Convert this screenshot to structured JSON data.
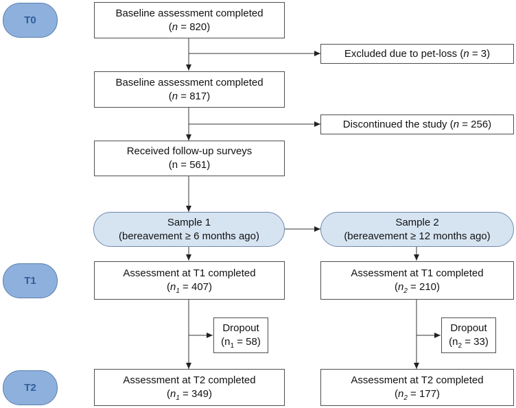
{
  "stages": {
    "t0": "T0",
    "t1": "T1",
    "t2": "T2"
  },
  "baseline1": {
    "title": "Baseline assessment completed",
    "n_var": "n",
    "n_rest": " = 820)"
  },
  "excluded": {
    "text": "Excluded due to pet-loss (",
    "n_var": "n",
    "n_rest": " = 3)"
  },
  "baseline2": {
    "title": "Baseline assessment completed",
    "n_var": "n",
    "n_rest": " = 817)"
  },
  "discontinued": {
    "text": "Discontinued the study (",
    "n_var": "n",
    "n_rest": " = 256)"
  },
  "followup": {
    "title": "Received follow-up surveys",
    "n_text": "(n = 561)"
  },
  "sample1": {
    "title": "Sample 1",
    "subtitle": "(bereavement ≥ 6 months ago)"
  },
  "sample2": {
    "title": "Sample 2",
    "subtitle": "(bereavement ≥ 12 months ago)"
  },
  "s1_t1": {
    "title": "Assessment at T1 completed",
    "n_var": "n",
    "n_sub": "1",
    "n_rest": " = 407)"
  },
  "s2_t1": {
    "title": "Assessment at T1 completed",
    "n_var": "n",
    "n_sub": "2",
    "n_rest": " = 210)"
  },
  "s1_dropout": {
    "title": "Dropout",
    "n_pre": "(n",
    "n_sub": "1",
    "n_rest": " = 58)"
  },
  "s2_dropout": {
    "title": "Dropout",
    "n_pre": "(n",
    "n_sub": "2",
    "n_rest": " = 33)"
  },
  "s1_t2": {
    "title": "Assessment at T2 completed",
    "n_var": "n",
    "n_sub": "1",
    "n_rest": " = 349)"
  },
  "s2_t2": {
    "title": "Assessment at T2 completed",
    "n_var": "n",
    "n_sub": "2",
    "n_rest": " = 177)"
  },
  "colors": {
    "stage_fill": "#8eb0dc",
    "stage_text": "#2f5e9a",
    "sample_fill": "#d6e4f2",
    "line": "#333333"
  }
}
